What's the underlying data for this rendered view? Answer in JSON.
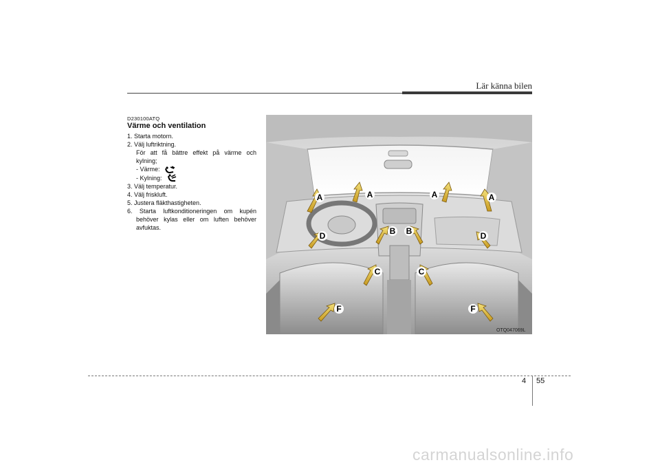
{
  "header": {
    "section_title": "Lär känna bilen"
  },
  "article": {
    "code": "D230100ATQ",
    "heading": "Värme och ventilation",
    "step1": "1. Starta motorn.",
    "step2": "2. Välj luftriktning.",
    "step2_note_line1": "För att få bättre effekt på värme och",
    "step2_note_line2": "kylning;",
    "heating": "- Värme:",
    "cooling": "- Kylning:",
    "step3": "3. Välj temperatur.",
    "step4": "4. Välj friskluft.",
    "step5": "5. Justera fläkthastigheten.",
    "step6_line1": "6. Starta luftkonditioneringen om kupén",
    "step6_line2": "behöver kylas eller om luften behöver",
    "step6_line3": "avfuktas."
  },
  "figure": {
    "code": "OTQ047069L",
    "labels": {
      "A": "A",
      "B": "B",
      "C": "C",
      "D": "D",
      "F": "F"
    },
    "arrow_color": "#e0b830"
  },
  "footer": {
    "chapter": "4",
    "page": "55",
    "watermark": "carmanualsonline.info"
  }
}
